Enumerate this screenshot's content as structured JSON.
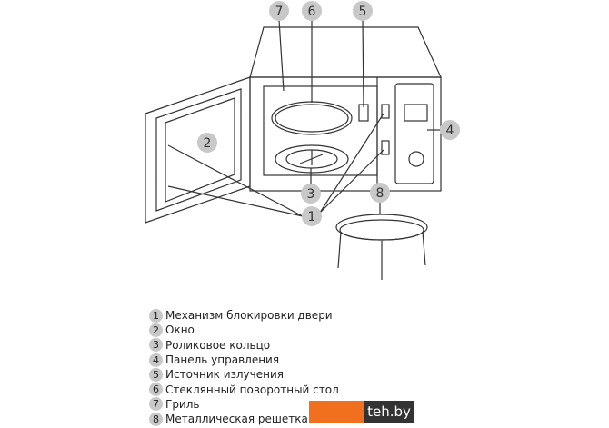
{
  "markers": [
    "1",
    "2",
    "3",
    "4",
    "5",
    "6",
    "7",
    "8"
  ],
  "legend": [
    {
      "n": "1",
      "label": "Механизм блокировки двери"
    },
    {
      "n": "2",
      "label": "Окно"
    },
    {
      "n": "3",
      "label": "Роликовое кольцо"
    },
    {
      "n": "4",
      "label": "Панель управления"
    },
    {
      "n": "5",
      "label": "Источник излучения"
    },
    {
      "n": "6",
      "label": "Стеклянный поворотный стол"
    },
    {
      "n": "7",
      "label": "Гриль"
    },
    {
      "n": "8",
      "label": "Металлическая решетка"
    }
  ],
  "logo": {
    "text": "teh.by",
    "orange": "#f07020",
    "dark": "#333333"
  }
}
